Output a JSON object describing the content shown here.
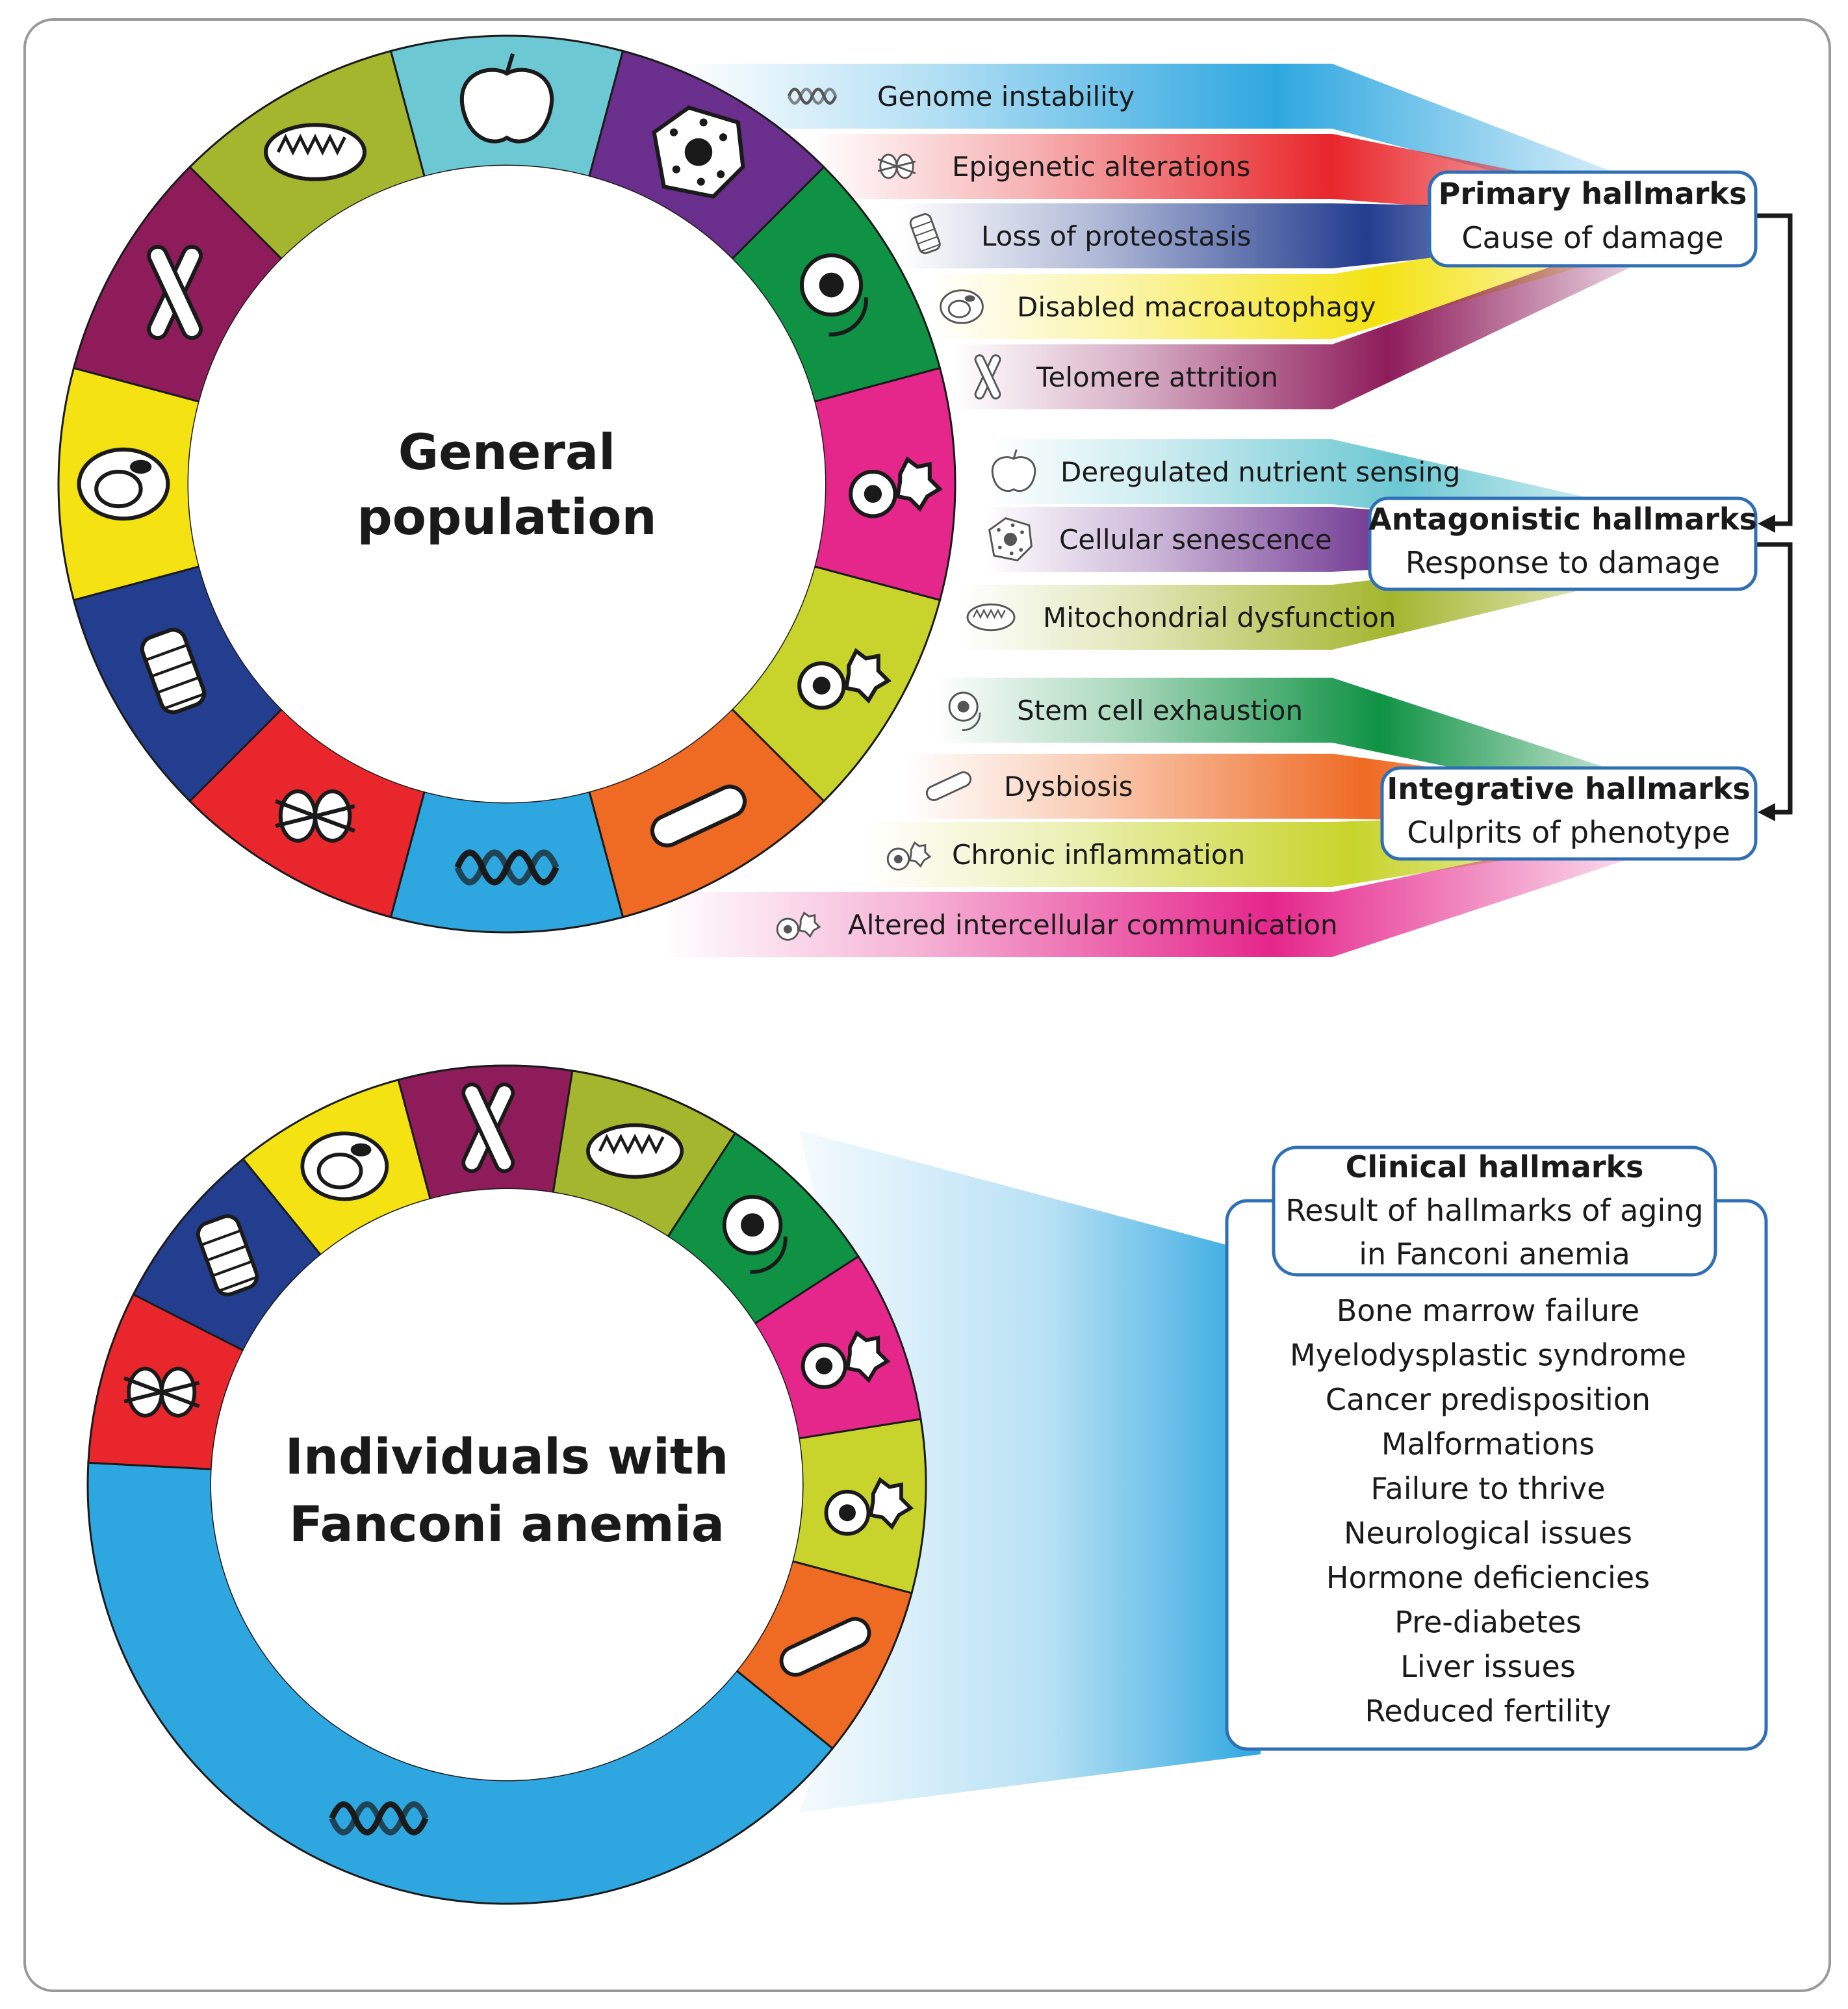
{
  "top": {
    "center_line1": "General",
    "center_line2": "population",
    "hallmarks": [
      {
        "label": "Genome instability",
        "color": "#2ea7e0",
        "icon": "dna-icon"
      },
      {
        "label": "Epigenetic alterations",
        "color": "#e8262b",
        "icon": "nucleosome-icon"
      },
      {
        "label": "Loss of proteostasis",
        "color": "#233d8f",
        "icon": "protein-coil-icon"
      },
      {
        "label": "Disabled macroautophagy",
        "color": "#f4e213",
        "icon": "autophagosome-icon"
      },
      {
        "label": "Telomere attrition",
        "color": "#8e1c5b",
        "icon": "chromosome-icon"
      },
      {
        "label": "Deregulated nutrient sensing",
        "color": "#6cc8d3",
        "icon": "apple-icon"
      },
      {
        "label": "Cellular senescence",
        "color": "#6a2e8d",
        "icon": "senescent-cell-icon"
      },
      {
        "label": "Mitochondrial dysfunction",
        "color": "#a4b62e",
        "icon": "mitochondrion-icon"
      },
      {
        "label": "Stem cell exhaustion",
        "color": "#0f9244",
        "icon": "stem-cell-icon"
      },
      {
        "label": "Dysbiosis",
        "color": "#ef6a23",
        "icon": "bacterium-icon"
      },
      {
        "label": "Chronic inflammation",
        "color": "#c8d42b",
        "icon": "inflammation-icon"
      },
      {
        "label": "Altered intercellular communication",
        "color": "#e5268b",
        "icon": "communication-icon"
      }
    ],
    "boxes": {
      "primary": {
        "title": "Primary hallmarks",
        "subtitle": "Cause of damage"
      },
      "antagonistic": {
        "title": "Antagonistic hallmarks",
        "subtitle": "Response to damage"
      },
      "integrative": {
        "title": "Integrative hallmarks",
        "subtitle": "Culprits of phenotype"
      }
    }
  },
  "bottom": {
    "center_line1": "Individuals with",
    "center_line2": "Fanconi anemia",
    "clinical": {
      "title": "Clinical hallmarks",
      "subtitle_line1": "Result of hallmarks of aging",
      "subtitle_line2": "in Fanconi anemia",
      "items": [
        "Bone marrow failure",
        "Myelodysplastic syndrome",
        "Cancer predisposition",
        "Malformations",
        "Failure to thrive",
        "Neurological issues",
        "Hormone deficiencies",
        "Pre-diabetes",
        "Liver issues",
        "Reduced fertility"
      ]
    }
  },
  "colors": {
    "box_border": "#2f6fb6",
    "frame": "#9a9a9a",
    "arrow": "#1a1a1a"
  }
}
